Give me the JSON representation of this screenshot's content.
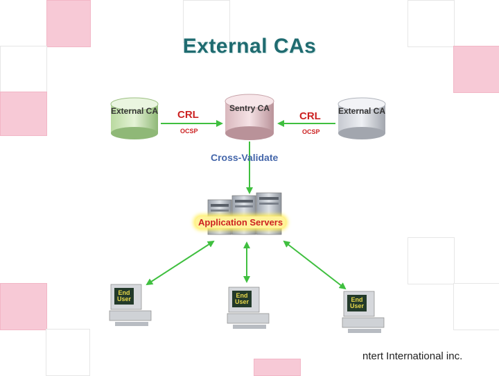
{
  "slide": {
    "title": "External CAs",
    "footer": "ntert International inc."
  },
  "nodes": {
    "external_ca_left": "External CA",
    "sentry_ca": "Sentry CA",
    "external_ca_right": "External CA",
    "app_servers": "Application Servers",
    "end_user": "End User"
  },
  "edges": {
    "crl_left": "CRL",
    "ocsp_left": "OCSP",
    "crl_right": "CRL",
    "ocsp_right": "OCSP",
    "cross_validate": "Cross-Validate"
  },
  "colors": {
    "arrow": "#3fbf3f",
    "accent_pink": "#f7c9d6",
    "title": "#1f6b70",
    "label_red": "#cc2222"
  }
}
